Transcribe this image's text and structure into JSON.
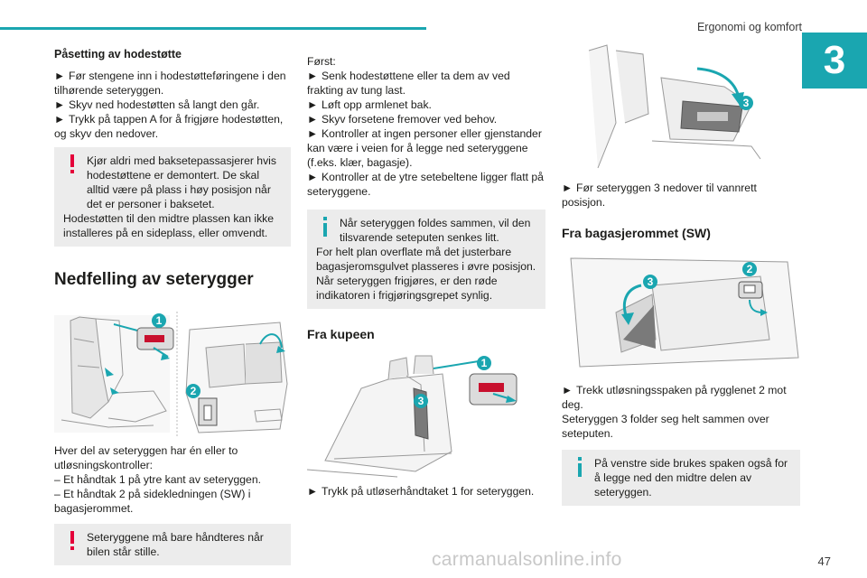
{
  "header": {
    "section_title": "Ergonomi og komfort",
    "chapter_number": "3"
  },
  "footer": {
    "page_number": "47",
    "watermark": "carmanualsonline.info"
  },
  "col1": {
    "heading": "Påsetting av hodestøtte",
    "steps": [
      "Før stengene inn i hodestøtteføringene i den tilhørende seteryggen.",
      "Skyv ned hodestøtten så langt den går.",
      "Trykk på tappen A for å frigjøre hodestøtten, og skyv den nedover."
    ],
    "warning1": {
      "line1": "Kjør aldri med baksetepassasjerer hvis hodestøttene er demontert. De skal alltid være på plass i høy posisjon når det er personer i baksetet.",
      "line2": "Hodestøtten til den midtre plassen kan ikke installeres på en sideplass, eller omvendt."
    },
    "title": "Nedfelling av seterygger",
    "body_intro": "Hver del av seteryggen har én eller to utløsningskontroller:",
    "body_items": [
      "– Et håndtak 1 på ytre kant av seteryggen.",
      "– Et håndtak 2 på sidekledningen (SW) i bagasjerommet."
    ],
    "warning2": "Seteryggene må bare håndteres når bilen står stille.",
    "fig_labels": [
      "1",
      "2"
    ]
  },
  "col2": {
    "first": "Først:",
    "steps": [
      "Senk hodestøttene eller ta dem av ved frakting av tung last.",
      "Løft opp armlenet bak.",
      "Skyv forsetene fremover ved behov.",
      "Kontroller at ingen personer eller gjenstander kan være i veien for å legge ned seteryggene (f.eks. klær, bagasje).",
      "Kontroller at de ytre setebeltene ligger flatt på seteryggene."
    ],
    "info1": {
      "line1": "Når seteryggen foldes sammen, vil den tilsvarende seteputen senkes litt.",
      "line2": "For helt plan overflate må det justerbare bagasjeromsgulvet plasseres i øvre posisjon.",
      "line3": "Når seteryggen frigjøres, er den røde indikatoren i frigjøringsgrepet synlig."
    },
    "subtitle": "Fra kupeen",
    "fig_labels": [
      "1",
      "3"
    ],
    "step_after": "Trykk på utløserhåndtaket 1 for seteryggen."
  },
  "col3": {
    "fig1_label": "3",
    "step1": "Før seteryggen 3 nedover til vannrett posisjon.",
    "subtitle": "Fra bagasjerommet (SW)",
    "fig2_labels": [
      "2",
      "3"
    ],
    "step2": "Trekk utløsningsspaken på rygglenet 2 mot deg.",
    "text2": "Seteryggen 3 folder seg helt sammen over seteputen.",
    "info2": "På venstre side brukes spaken også for å legge ned den midtre delen av seteryggen."
  },
  "arrow_glyph": "►",
  "colors": {
    "accent": "#1aa6b0",
    "warning": "#e4003a",
    "box": "#ececec"
  }
}
